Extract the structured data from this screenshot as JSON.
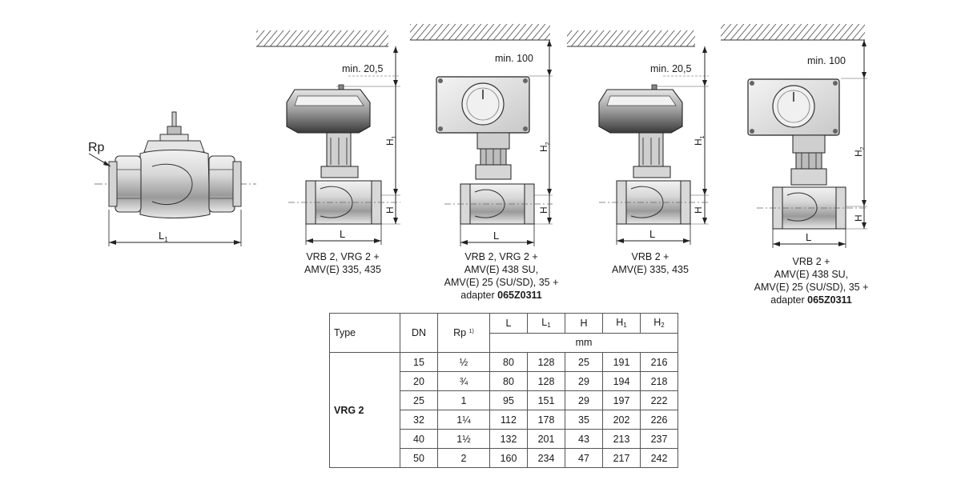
{
  "front_view": {
    "rp_label": "Rp",
    "l1_label": "L",
    "l1_sub": "1"
  },
  "views": [
    {
      "min_label": "min. 20,5",
      "h_label": "H",
      "ht_label": "H",
      "ht_sub": "1",
      "l_label": "L",
      "caption": [
        "VRB 2, VRG 2 +",
        "AMV(E) 335, 435"
      ],
      "adapter": ""
    },
    {
      "min_label": "min. 100",
      "h_label": "H",
      "ht_label": "H",
      "ht_sub": "2",
      "l_label": "L",
      "caption": [
        "VRB 2, VRG 2 +",
        "AMV(E) 438 SU,",
        "AMV(E) 25 (SU/SD), 35 +"
      ],
      "adapter_prefix": "adapter ",
      "adapter": "065Z0311"
    },
    {
      "min_label": "min. 20,5",
      "h_label": "H",
      "ht_label": "H",
      "ht_sub": "1",
      "l_label": "L",
      "caption": [
        "VRB 2 +",
        "AMV(E) 335, 435"
      ],
      "adapter": ""
    },
    {
      "min_label": "min. 100",
      "h_label": "H",
      "ht_label": "H",
      "ht_sub": "2",
      "l_label": "L",
      "caption": [
        "VRB 2 +",
        "AMV(E) 438 SU,",
        "AMV(E) 25 (SU/SD), 35 +"
      ],
      "adapter_prefix": "adapter ",
      "adapter": "065Z0311"
    }
  ],
  "table": {
    "headers": {
      "type": "Type",
      "dn": "DN",
      "rp": "Rp",
      "rp_note": "1)",
      "l": "L",
      "l1": "L",
      "l1_sub": "1",
      "h": "H",
      "h1": "H",
      "h1_sub": "1",
      "h2": "H",
      "h2_sub": "2",
      "unit": "mm"
    },
    "group": "VRG 2",
    "rows": [
      {
        "dn": "15",
        "rp": "½",
        "l": "80",
        "l1": "128",
        "h": "25",
        "h1": "191",
        "h2": "216"
      },
      {
        "dn": "20",
        "rp": "¾",
        "l": "80",
        "l1": "128",
        "h": "29",
        "h1": "194",
        "h2": "218"
      },
      {
        "dn": "25",
        "rp": "1",
        "l": "95",
        "l1": "151",
        "h": "29",
        "h1": "197",
        "h2": "222"
      },
      {
        "dn": "32",
        "rp": "1¼",
        "l": "112",
        "l1": "178",
        "h": "35",
        "h1": "202",
        "h2": "226"
      },
      {
        "dn": "40",
        "rp": "1½",
        "l": "132",
        "l1": "201",
        "h": "43",
        "h1": "213",
        "h2": "237"
      },
      {
        "dn": "50",
        "rp": "2",
        "l": "160",
        "l1": "234",
        "h": "47",
        "h1": "217",
        "h2": "242"
      }
    ]
  }
}
